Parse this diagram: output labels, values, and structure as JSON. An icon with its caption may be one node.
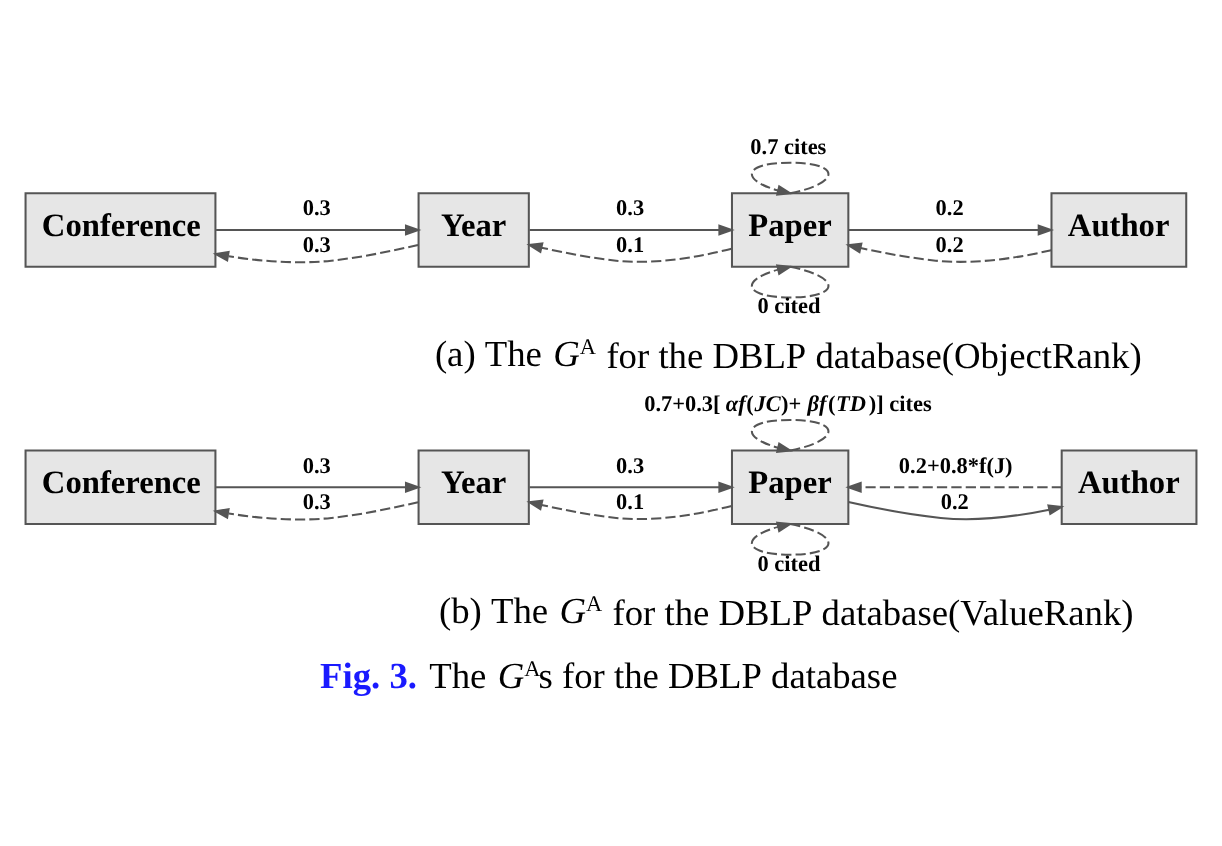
{
  "diagram": {
    "caption": "**Fig. 3.** The *G*$^{A}$s for the DBLP database",
    "nodes": [
      {
        "text": [
          "Conference"
        ]
      },
      {
        "text": [
          "Year"
        ]
      },
      {
        "text": [
          "Paper"
        ]
      },
      {
        "text": [
          "Author"
        ]
      },
      {
        "text": [
          "Conference"
        ]
      },
      {
        "text": [
          "Year"
        ]
      },
      {
        "text": [
          "Paper"
        ]
      },
      {
        "text": [
          "Author"
        ]
      }
    ],
    "edges": [
      {
        "from": 0,
        "to": 1,
        "arrow": "to",
        "label": "0.3"
      },
      {
        "from": 1,
        "to": 0,
        "arrow": "to",
        "label": "0.3",
        "style": "dashed"
      },
      {
        "from": 1,
        "to": 2,
        "arrow": "to",
        "label": "0.3"
      },
      {
        "from": 2,
        "to": 1,
        "arrow": "to",
        "label": "0.1",
        "style": "dashed"
      },
      {
        "from": 2,
        "to": 3,
        "arrow": "to",
        "label": "0.2"
      },
      {
        "from": 3,
        "to": 2,
        "arrow": "to",
        "label": "0.2",
        "style": "dashed"
      },
      {
        "from": 2,
        "to": 2,
        "arrow": "to",
        "label": "0.7 cites",
        "style": "dashed"
      },
      {
        "from": 2,
        "to": 2,
        "arrow": "to",
        "label": "0 cited",
        "style": "dashed"
      },
      {
        "from": 4,
        "to": 5,
        "arrow": "to",
        "label": "0.3"
      },
      {
        "from": 5,
        "to": 4,
        "arrow": "to",
        "label": "0.3",
        "style": "dashed"
      },
      {
        "from": 5,
        "to": 6,
        "arrow": "to",
        "label": "0.3"
      },
      {
        "from": 6,
        "to": 5,
        "arrow": "to",
        "label": "0.1",
        "style": "dashed"
      },
      {
        "from": 6,
        "to": 7,
        "arrow": "to",
        "label": "0.2"
      },
      {
        "from": 7,
        "to": 6,
        "arrow": "to",
        "label": "0.2+0.8*f(J)",
        "style": "dashed"
      },
      {
        "from": 6,
        "to": 6,
        "arrow": "to",
        "label": "0.7+0.3[ *αf*(*JC*)+ *βf*(*TD*)] cites",
        "style": "dashed"
      },
      {
        "from": 6,
        "to": 6,
        "arrow": "to",
        "label": "0 cited",
        "style": "dashed"
      }
    ],
    "labels": [
      "(a) The *G*$^{A}$ for the DBLP database(ObjectRank)",
      "(b) The *G*$^{A}$ for the DBLP database(ValueRank)"
    ]
  }
}
